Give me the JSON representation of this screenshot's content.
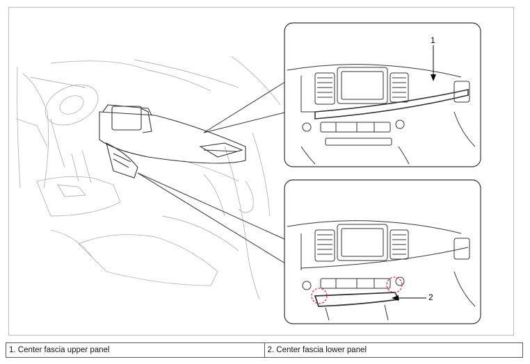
{
  "callouts": {
    "upper": "1",
    "lower": "2"
  },
  "legend": {
    "items": [
      {
        "label": "1. Center fascia upper panel"
      },
      {
        "label": "2. Center fascia lower panel"
      }
    ]
  },
  "colors": {
    "line": "#333333",
    "light_line": "#b5b5b5",
    "highlight_circle": "#e8202a"
  }
}
